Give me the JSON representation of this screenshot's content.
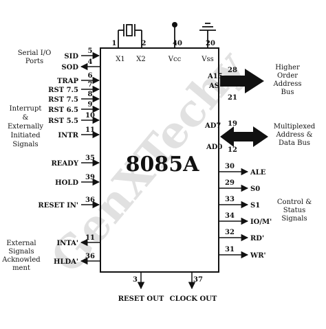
{
  "chip": {
    "name": "8085A"
  },
  "watermark": "GenXTechy",
  "groups": {
    "serial": [
      "Serial I/O",
      "Ports"
    ],
    "interrupt": [
      "Interrupt",
      "&",
      "Externally",
      "Initiated",
      "Signals"
    ],
    "external": [
      "External",
      "Signals",
      "Acknowled",
      "ment"
    ],
    "higher_bus": [
      "Higher",
      "Order",
      "Address",
      "Bus"
    ],
    "multiplexed": [
      "Multiplexed",
      "Address &",
      "Data Bus"
    ],
    "control": [
      "Control &",
      "Status",
      "Signals"
    ]
  },
  "top_pins": [
    {
      "num": "1",
      "label": "X1"
    },
    {
      "num": "2",
      "label": "X2"
    },
    {
      "num": "40",
      "label": "Vcc"
    },
    {
      "num": "20",
      "label": "Vss"
    }
  ],
  "left_pins": [
    {
      "name": "SID",
      "num": "5",
      "dir": "in"
    },
    {
      "name": "SOD",
      "num": "4",
      "dir": "out"
    },
    {
      "name": "TRAP",
      "num": "6",
      "dir": "in"
    },
    {
      "name": "RST 7.5",
      "num": "7",
      "dir": "in"
    },
    {
      "name": "RST 7.5",
      "num": "8",
      "dir": "in"
    },
    {
      "name": "RST 6.5",
      "num": "9",
      "dir": "in"
    },
    {
      "name": "RST 5.5",
      "num": "10",
      "dir": "in"
    },
    {
      "name": "INTR",
      "num": "11",
      "dir": "in"
    },
    {
      "name": "READY",
      "num": "35",
      "dir": "in"
    },
    {
      "name": "HOLD",
      "num": "39",
      "dir": "in"
    },
    {
      "name": "RESET IN'",
      "num": "36",
      "dir": "in"
    },
    {
      "name": "INTA'",
      "num": "11",
      "dir": "out"
    },
    {
      "name": "HLDA'",
      "num": "36",
      "dir": "out"
    }
  ],
  "right_pins": [
    {
      "name": "ALE",
      "num": "30"
    },
    {
      "name": "S0",
      "num": "29"
    },
    {
      "name": "S1",
      "num": "33"
    },
    {
      "name": "IO/M'",
      "num": "34"
    },
    {
      "name": "RD'",
      "num": "32"
    },
    {
      "name": "WR'",
      "num": "31"
    }
  ],
  "bus_high": {
    "top": "A15",
    "bottom": "AS",
    "num_top": "28",
    "num_bottom": "21"
  },
  "bus_mux": {
    "top": "AD7",
    "bottom": "AD0",
    "num_top": "19",
    "num_bottom": "12"
  },
  "bottom_pins": [
    {
      "name": "RESET OUT",
      "num": "3"
    },
    {
      "name": "CLOCK OUT",
      "num": "37"
    }
  ]
}
